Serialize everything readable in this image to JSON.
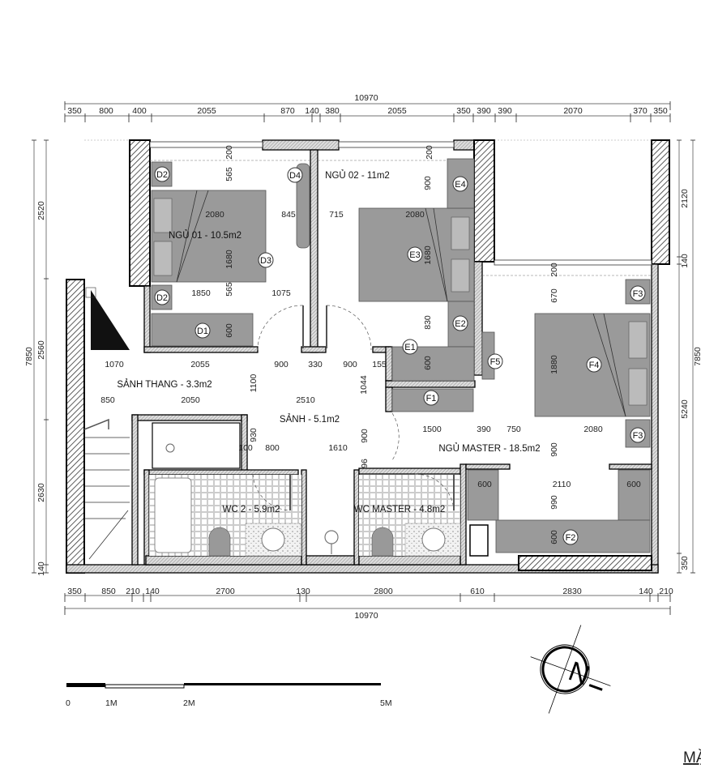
{
  "plan": {
    "rooms": [
      "NGỦ 01 - 10.5m2",
      "NGỦ 02 - 11m2",
      "SẢNH THANG - 3.3m2",
      "SẢNH - 5.1m2",
      "NGỦ MASTER - 18.5m2",
      "WC 2 - 5.9m2",
      "WC MASTER - 4.8m2"
    ],
    "tags": [
      "D1",
      "D2",
      "D2",
      "D3",
      "D4",
      "E1",
      "E2",
      "E3",
      "E4",
      "F1",
      "F2",
      "F3",
      "F3",
      "F4",
      "F5"
    ],
    "dims_top": {
      "total": "10970",
      "segments": [
        "350",
        "800",
        "400",
        "2055",
        "870",
        "140",
        "380",
        "2055",
        "350",
        "390",
        "390",
        "2070",
        "370",
        "350"
      ]
    },
    "dims_bottom": {
      "total": "10970",
      "segments": [
        "350",
        "850",
        "210",
        "140",
        "2700",
        "130",
        "2800",
        "610",
        "2830",
        "140",
        "210"
      ]
    },
    "dims_left": {
      "total": "7850",
      "segments": [
        "2520",
        "2560",
        "2630",
        "140"
      ]
    },
    "dims_right": {
      "total": "7850",
      "segments": [
        "2120",
        "140",
        "5240",
        "350"
      ]
    },
    "dims_interior": [
      "200",
      "565",
      "2080",
      "845",
      "1680",
      "565",
      "1850",
      "1075",
      "600",
      "200",
      "900",
      "715",
      "2080",
      "1680",
      "830",
      "600",
      "1070",
      "2055",
      "900",
      "330",
      "900",
      "155",
      "1100",
      "1044",
      "850",
      "2050",
      "2510",
      "930",
      "900",
      "100",
      "800",
      "1610",
      "96",
      "200",
      "670",
      "1880",
      "1500",
      "390",
      "750",
      "2080",
      "900",
      "600",
      "2110",
      "600",
      "990",
      "600"
    ]
  },
  "scale_bar": {
    "labels": [
      "0",
      "1M",
      "2M",
      "5M"
    ]
  },
  "north_arrow": {
    "icon": "north-arrow-icon",
    "label": "N"
  },
  "title_fragment": "MẶ",
  "colors": {
    "wall_outline": "#000000",
    "furniture": "#9a9a9a",
    "hatch": "#555555"
  }
}
